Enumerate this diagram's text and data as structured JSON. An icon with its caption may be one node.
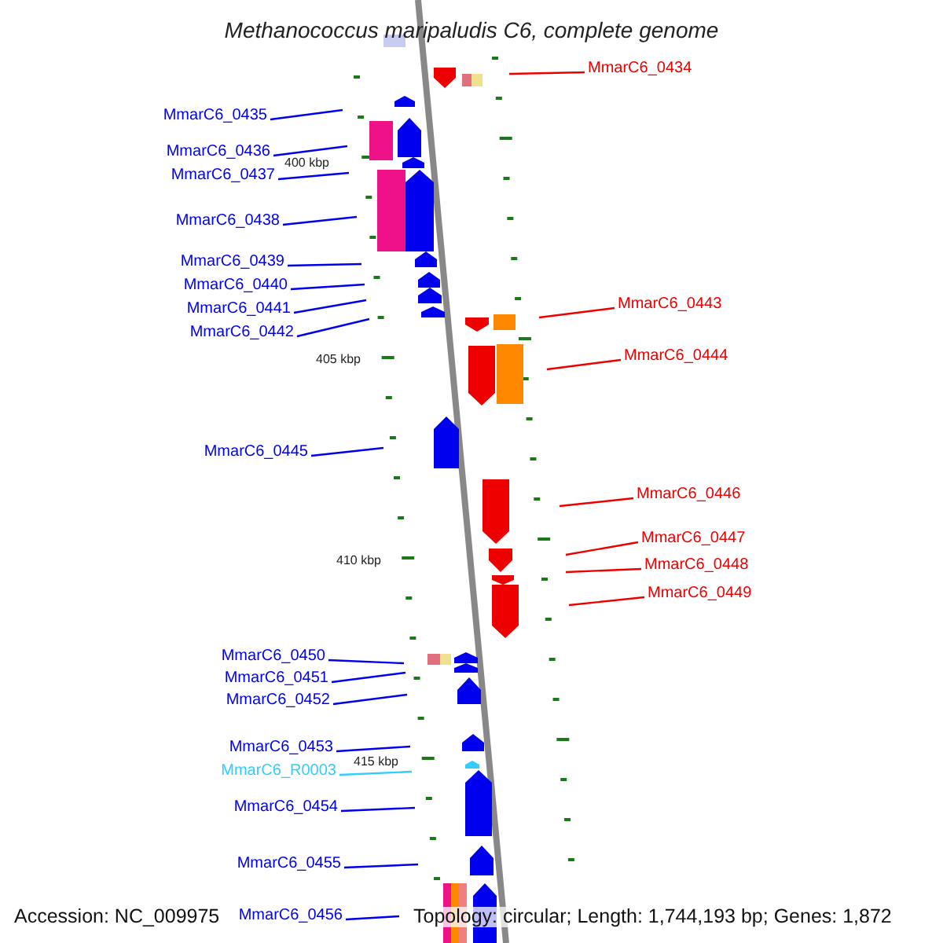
{
  "diagram": {
    "title": "Methanococcus maripaludis C6, complete genome",
    "nodes": [
      {
        "text": [
          "MmarC6_0434"
        ]
      },
      {
        "text": [
          "MmarC6_0435"
        ]
      },
      {
        "text": [
          "MmarC6_0436"
        ]
      },
      {
        "text": [
          "MmarC6_0437"
        ]
      },
      {
        "text": [
          "MmarC6_0438"
        ]
      },
      {
        "text": [
          "MmarC6_0439"
        ]
      },
      {
        "text": [
          "MmarC6_0440"
        ]
      },
      {
        "text": [
          "MmarC6_0441"
        ]
      },
      {
        "text": [
          "MmarC6_0442"
        ]
      },
      {
        "text": [
          "MmarC6_0443"
        ]
      },
      {
        "text": [
          "MmarC6_0444"
        ]
      },
      {
        "text": [
          "MmarC6_0445"
        ]
      },
      {
        "text": [
          "MmarC6_0446"
        ]
      },
      {
        "text": [
          "MmarC6_0447"
        ]
      },
      {
        "text": [
          "MmarC6_0448"
        ]
      },
      {
        "text": [
          "MmarC6_0449"
        ]
      },
      {
        "text": [
          "MmarC6_0450"
        ]
      },
      {
        "text": [
          "MmarC6_0451"
        ]
      },
      {
        "text": [
          "MmarC6_0452"
        ]
      },
      {
        "text": [
          "MmarC6_0453"
        ]
      },
      {
        "text": [
          "MmarC6_R0003"
        ]
      },
      {
        "text": [
          "MmarC6_0454"
        ]
      },
      {
        "text": [
          "MmarC6_0455"
        ]
      },
      {
        "text": [
          "MmarC6_0456"
        ]
      }
    ],
    "edges": [
      {
        "from": 0,
        "to": null,
        "arrow": "none",
        "color": "#ee0000"
      },
      {
        "from": 1,
        "to": null,
        "arrow": "none"
      },
      {
        "from": 2,
        "to": null,
        "arrow": "none"
      },
      {
        "from": 3,
        "to": null,
        "arrow": "none"
      },
      {
        "from": 4,
        "to": null,
        "arrow": "none"
      },
      {
        "from": 5,
        "to": null,
        "arrow": "none"
      },
      {
        "from": 6,
        "to": null,
        "arrow": "none"
      },
      {
        "from": 7,
        "to": null,
        "arrow": "none"
      },
      {
        "from": 8,
        "to": null,
        "arrow": "none"
      },
      {
        "from": 9,
        "to": null,
        "arrow": "none",
        "color": "#ee0000"
      },
      {
        "from": 10,
        "to": null,
        "arrow": "none",
        "color": "#ee0000"
      },
      {
        "from": 11,
        "to": null,
        "arrow": "none"
      },
      {
        "from": 12,
        "to": null,
        "arrow": "none",
        "color": "#ee0000"
      },
      {
        "from": 13,
        "to": null,
        "arrow": "none",
        "color": "#ee0000"
      },
      {
        "from": 14,
        "to": null,
        "arrow": "none",
        "color": "#ee0000"
      },
      {
        "from": 15,
        "to": null,
        "arrow": "none",
        "color": "#ee0000"
      },
      {
        "from": 16,
        "to": null,
        "arrow": "none"
      },
      {
        "from": 17,
        "to": null,
        "arrow": "none"
      },
      {
        "from": 18,
        "to": null,
        "arrow": "none"
      },
      {
        "from": 19,
        "to": null,
        "arrow": "none"
      },
      {
        "from": 20,
        "to": null,
        "arrow": "none",
        "color": "#33ccff"
      },
      {
        "from": 21,
        "to": null,
        "arrow": "none"
      },
      {
        "from": 22,
        "to": null,
        "arrow": "none"
      },
      {
        "from": 23,
        "to": null,
        "arrow": "none"
      }
    ],
    "labels": [
      "400 kbp",
      "405 kbp",
      "410 kbp",
      "415 kbp",
      "Accession: NC_009975",
      "Topology: circular; Length: 1,744,193 bp; Genes: 1,872"
    ]
  }
}
